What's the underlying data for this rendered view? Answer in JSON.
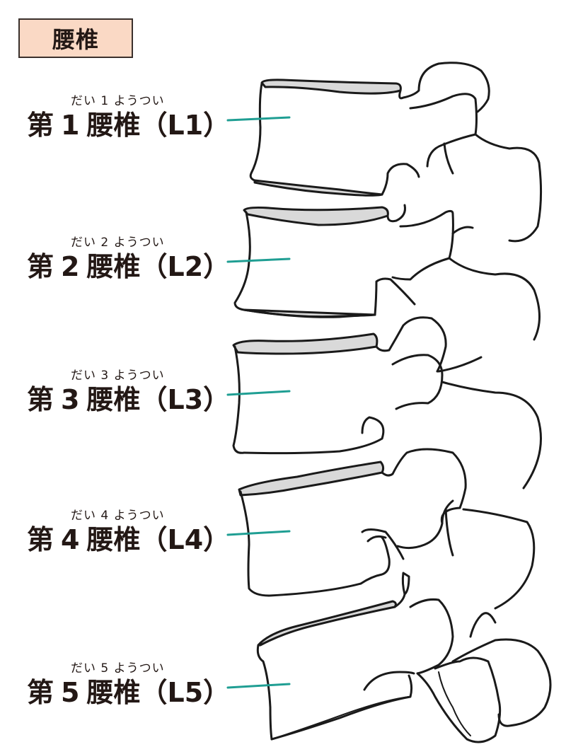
{
  "title": "腰椎",
  "colors": {
    "title_bg": "#fad9c5",
    "title_border": "#3a302c",
    "leader_line": "#1f9e93",
    "disc_fill": "#d9d9d9",
    "outline": "#1a1a1a"
  },
  "vertebrae": [
    {
      "ruby": "だい 1 ようつい",
      "prefix": "第",
      "number": "1",
      "name": "腰椎",
      "code": "（L1）"
    },
    {
      "ruby": "だい 2 ようつい",
      "prefix": "第",
      "number": "2",
      "name": "腰椎",
      "code": "（L2）"
    },
    {
      "ruby": "だい 3 ようつい",
      "prefix": "第",
      "number": "3",
      "name": "腰椎",
      "code": "（L3）"
    },
    {
      "ruby": "だい 4 ようつい",
      "prefix": "第",
      "number": "4",
      "name": "腰椎",
      "code": "（L4）"
    },
    {
      "ruby": "だい 5 ようつい",
      "prefix": "第",
      "number": "5",
      "name": "腰椎",
      "code": "（L5）"
    }
  ]
}
